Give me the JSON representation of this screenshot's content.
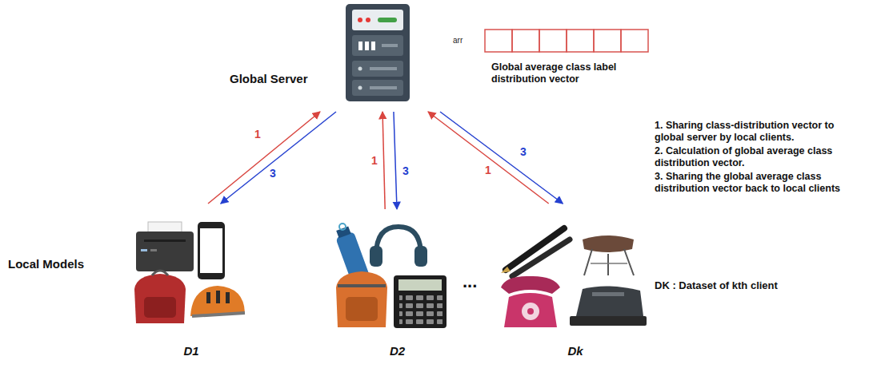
{
  "diagram": {
    "nodes": [
      {
        "text": [
          "Global Server"
        ]
      },
      {
        "text": [
          "D1"
        ]
      },
      {
        "text": [
          "D2"
        ]
      },
      {
        "text": [
          "Dk"
        ]
      }
    ],
    "edges": [
      {
        "from": 1,
        "to": 0,
        "arrow": "to",
        "label": "1"
      },
      {
        "from": 0,
        "to": 1,
        "arrow": "to",
        "label": "3"
      },
      {
        "from": 2,
        "to": 0,
        "arrow": "to",
        "label": "1"
      },
      {
        "from": 0,
        "to": 2,
        "arrow": "to",
        "label": "3"
      },
      {
        "from": 3,
        "to": 0,
        "arrow": "to",
        "label": "1"
      },
      {
        "from": 0,
        "to": 3,
        "arrow": "to",
        "label": "3"
      }
    ],
    "labels": [
      "arr",
      "Global average class label distribution vector",
      "1. Sharing class-distribution vector to global server by local clients.",
      "2. Calculation of global average class distribution vector.",
      "3. Sharing the global average class distribution vector back to local clients",
      "Local Models",
      "...",
      "DK : Dataset of kth client"
    ]
  }
}
